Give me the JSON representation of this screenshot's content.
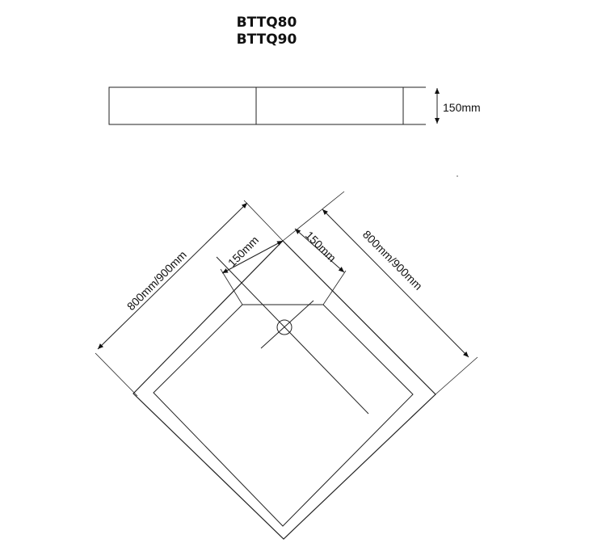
{
  "titles": [
    "BTTQ80",
    "BTTQ90"
  ],
  "side_view": {
    "height_label": "150mm"
  },
  "plan_view": {
    "side_left_label": "800mm/900mm",
    "side_right_label": "800mm/900mm",
    "upstand_left_label": "150mm",
    "upstand_right_label": "150mm"
  }
}
